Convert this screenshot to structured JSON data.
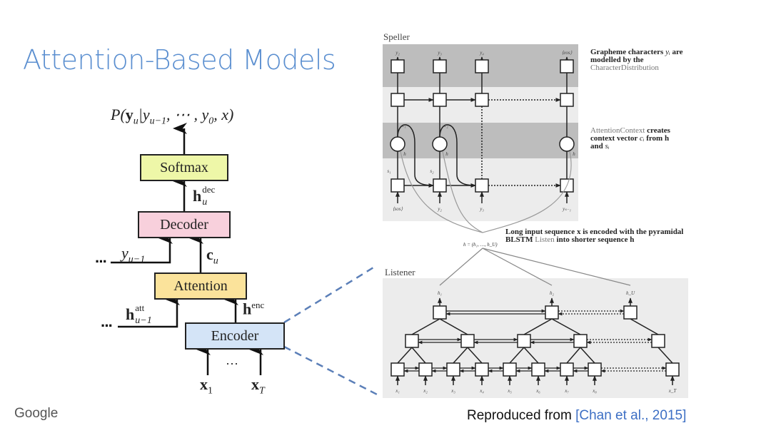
{
  "slide": {
    "title": "Attention-Based Models",
    "logo": "Google",
    "reference_prefix": "Reproduced from ",
    "reference_link": "[Chan et al., 2015]",
    "colors": {
      "title": "#5b8fd0",
      "link": "#3d6fc4",
      "dashed_connector": "#5b7fb8"
    }
  },
  "left_diagram": {
    "output_formula": "P(y_u | y_{u−1}, ⋯ , y_0, x)",
    "formula_parts": {
      "P": "P(",
      "y": "y",
      "u": "u",
      "bar": "|y",
      "um1": "u−1",
      "dots": ", ⋯ , y",
      "zero": "0",
      "x": ", x)"
    },
    "blocks": [
      {
        "id": "softmax",
        "label": "Softmax",
        "color": "#eef7a8"
      },
      {
        "id": "decoder",
        "label": "Decoder",
        "color": "#f8d0dc"
      },
      {
        "id": "attention",
        "label": "Attention",
        "color": "#fbe39b"
      },
      {
        "id": "encoder",
        "label": "Encoder",
        "color": "#d4e4f7"
      }
    ],
    "labels": {
      "h_dec_base": "h",
      "h_dec_sub": "u",
      "h_dec_sup": "dec",
      "y_prev_base": "y",
      "y_prev_sub": "u−1",
      "c_base": "c",
      "c_sub": "u",
      "h_att_base": "h",
      "h_att_sub": "u−1",
      "h_att_sup": "att",
      "h_enc_base": "h",
      "h_enc_sup": "enc",
      "x1_base": "x",
      "x1_sub": "1",
      "xT_base": "x",
      "xT_sub": "T",
      "ellipsis_dots": "⋯",
      "left_dots": "···"
    }
  },
  "right_diagram": {
    "speller": {
      "label": "Speller",
      "outputs": [
        "y₂",
        "y₃",
        "y₄",
        "⟨eos⟩"
      ],
      "inputs": [
        "⟨sos⟩",
        "y₂",
        "y₃",
        "yₛ₋₁"
      ],
      "contexts": [
        "c₁",
        "c₂"
      ],
      "states": [
        "s₁",
        "s₂"
      ],
      "h_labels": [
        "h",
        "h",
        "h"
      ],
      "note1": {
        "bold": "Grapheme characters ",
        "italic": "yᵢ",
        "bold2": " are modelled by the",
        "grey": "CharacterDistribution"
      },
      "note2": {
        "grey": "AttentionContext",
        "bold": " creates context vector ",
        "ci": "cᵢ",
        "bold2": " from ",
        "h": "h",
        "and": "and ",
        "si": "sᵢ"
      }
    },
    "middle": {
      "h_seq": "h = (h₁, …, h_U)",
      "note": {
        "line1": "Long input sequence x is encoded with the pyramidal",
        "bold": "BLSTM ",
        "grey": "Listen",
        "rest": " into shorter sequence h"
      }
    },
    "listener": {
      "label": "Listener",
      "outputs": [
        "h₁",
        "h₂",
        "h_U"
      ],
      "inputs": [
        "x₁",
        "x₂",
        "x₃",
        "x₄",
        "x₅",
        "x₆",
        "x₇",
        "x₈",
        "x_T"
      ]
    }
  }
}
